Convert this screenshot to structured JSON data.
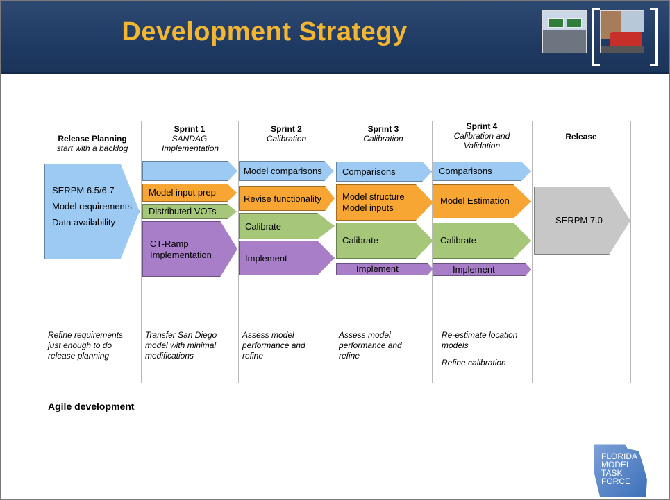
{
  "header": {
    "title": "Development Strategy",
    "colors": {
      "banner": "#1f3a63",
      "title": "#f2b632"
    }
  },
  "columns": [
    {
      "heading": "Release Planning",
      "subheading": "start with a backlog",
      "note": "Refine requirements just enough to do release planning"
    },
    {
      "heading": "Sprint 1",
      "subheading": "SANDAG Implementation",
      "note": "Transfer San Diego model with minimal modifications"
    },
    {
      "heading": "Sprint 2",
      "subheading": "Calibration",
      "note": "Assess model performance and refine"
    },
    {
      "heading": "Sprint 3",
      "subheading": "Calibration",
      "note": "Assess model performance and refine"
    },
    {
      "heading": "Sprint 4",
      "subheading": "Calibration and Validation",
      "note": "Re-estimate location models",
      "note2": "Refine calibration"
    },
    {
      "heading": "Release"
    }
  ],
  "backlog": {
    "items": [
      "SERPM 6.5/6.7",
      "Model requirements",
      "Data availability"
    ]
  },
  "sprint1": {
    "input_prep": "Model input prep",
    "vots": "Distributed VOTs",
    "ctramp_1": "CT-Ramp",
    "ctramp_2": "Implementation"
  },
  "sprint2": {
    "comparisons": "Model comparisons",
    "revise": "Revise functionality",
    "calibrate": "Calibrate",
    "implement": "Implement"
  },
  "sprint3": {
    "comparisons": "Comparisons",
    "structure_1": "Model structure",
    "structure_2": "Model inputs",
    "calibrate": "Calibrate",
    "implement": "Implement"
  },
  "sprint4": {
    "comparisons": "Comparisons",
    "estimation": "Model Estimation",
    "calibrate": "Calibrate",
    "implement": "Implement"
  },
  "release": {
    "label": "SERPM 7.0"
  },
  "footer": {
    "label": "Agile development"
  },
  "logo": {
    "lines": [
      "FLORIDA",
      "MODEL",
      "TASK",
      "FORCE"
    ]
  },
  "legend_colors": {
    "comparisons": "#9ccaf3",
    "inputs": "#f7a634",
    "calibration": "#a6c77a",
    "implementation": "#a77ec7",
    "release": "#c7c7c7"
  }
}
